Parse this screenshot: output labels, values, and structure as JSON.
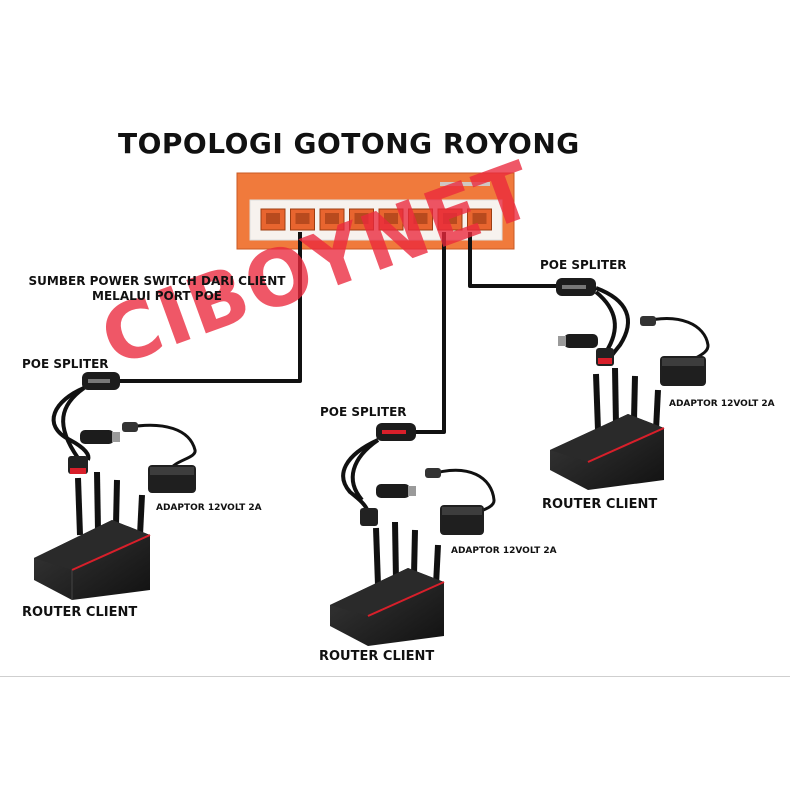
{
  "title": "TOPOLOGI GOTONG ROYONG",
  "power_note": {
    "line1": "SUMBER POWER SWITCH DARI CLIENT",
    "line2": "MELALUI PORT POE"
  },
  "watermark": "CIBOYNET",
  "switch": {
    "label": "",
    "port_count": 8,
    "port_color": "#e8652f",
    "body_color": "#f07a3c"
  },
  "nodes": [
    {
      "splitter_label": "POE SPLITER",
      "adaptor_label": "ADAPTOR 12VOLT 2A",
      "router_label": "ROUTER CLIENT"
    },
    {
      "splitter_label": "POE SPLITER",
      "adaptor_label": "ADAPTOR 12VOLT 2A",
      "router_label": "ROUTER CLIENT"
    },
    {
      "splitter_label": "POE SPLITER",
      "adaptor_label": "ADAPTOR 12VOLT 2A",
      "router_label": "ROUTER CLIENT"
    }
  ],
  "colors": {
    "cable": "#111111",
    "accent_red": "#d81f2a",
    "watermark": "#eb283c"
  }
}
